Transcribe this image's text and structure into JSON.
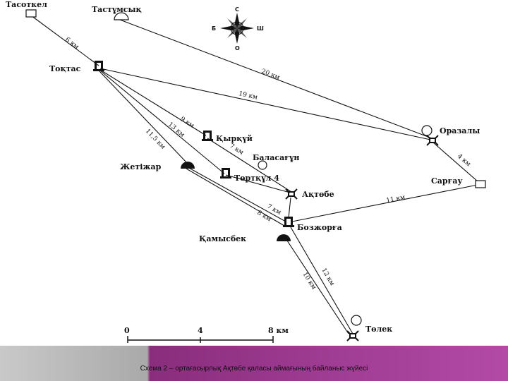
{
  "sites": {
    "tasotkel": "Тасоткел",
    "tastumsyk": "Тастұмсық",
    "toktas": "Тоқтас",
    "orazaly": "Оразалы",
    "kyrkui": "Қырқүй",
    "balasagun": "Баласағұн",
    "zhetizhar": "Жетіжар",
    "tortkul": "Төртқұл 4",
    "aktobe": "Ақтөбе",
    "sargau": "Сарғау",
    "bozhorga": "Бозжорға",
    "kamysbek": "Қамысбек",
    "tolek": "Төлек"
  },
  "distances": {
    "tasotkel_toktas": "6 км",
    "tastumsyk_orazaly": "20 км",
    "toktas_orazaly": "19 км",
    "toktas_kyrkui": "9 км",
    "toktas_tortkul": "13 км",
    "toktas_bozhorga": "11,5 км",
    "kyrkui_aktobe": "7 км",
    "orazaly_sargau": "4 км",
    "sargau_bozhorga": "11 км",
    "zhetizhar_bozhorga_a": "7 км",
    "zhetizhar_bozhorga_b": "8 км",
    "bozhorga_tolek_a": "12 км",
    "bozhorga_tolek_b": "10 км"
  },
  "compass": {
    "north": "С",
    "south": "О",
    "west": "Б",
    "east": "Ш"
  },
  "scale": {
    "ticks": [
      "0",
      "4",
      "8 км"
    ]
  },
  "caption": "Схема 2 – ортағасырлық Ақтөбе қаласы аймағының байланыс жүйесі"
}
